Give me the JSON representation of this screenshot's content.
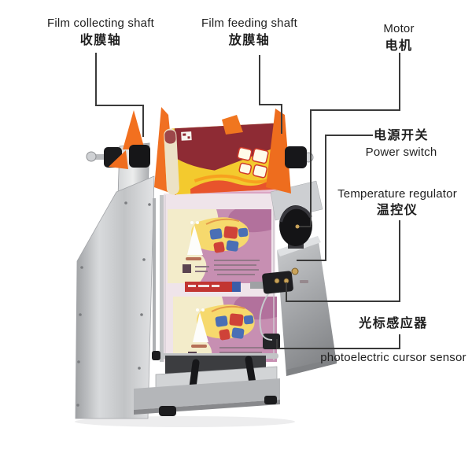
{
  "labels": {
    "film_collecting_shaft": {
      "en": "Film collecting shaft",
      "zh": "收膜轴"
    },
    "film_feeding_shaft": {
      "en": "Film feeding shaft",
      "zh": "放膜轴"
    },
    "motor": {
      "en": "Motor",
      "zh": "电机"
    },
    "power_switch": {
      "zh": "电源开关",
      "en": "Power switch"
    },
    "temperature_regulator": {
      "en": "Temperature regulator",
      "zh": "温控仪"
    },
    "photoelectric_cursor_sensor": {
      "zh": "光标感应器",
      "en": "photoelectric cursor sensor"
    }
  },
  "palette": {
    "background": "#ffffff",
    "label_text": "#1f1f1f",
    "connector_line": "#3a3a3a",
    "flange_orange": "#f07022",
    "roll_yellow": "#f3ca2e",
    "roll_maroon": "#8e2b34",
    "film_cream": "#f3ecca",
    "film_purple": "#c78fb2",
    "film_yellow": "#f6d96d",
    "strip_red": "#c23531",
    "steel_light": "#d8dadc",
    "steel_mid": "#b7b9bc",
    "black_parts": "#141416",
    "brass": "#c9a35a"
  }
}
